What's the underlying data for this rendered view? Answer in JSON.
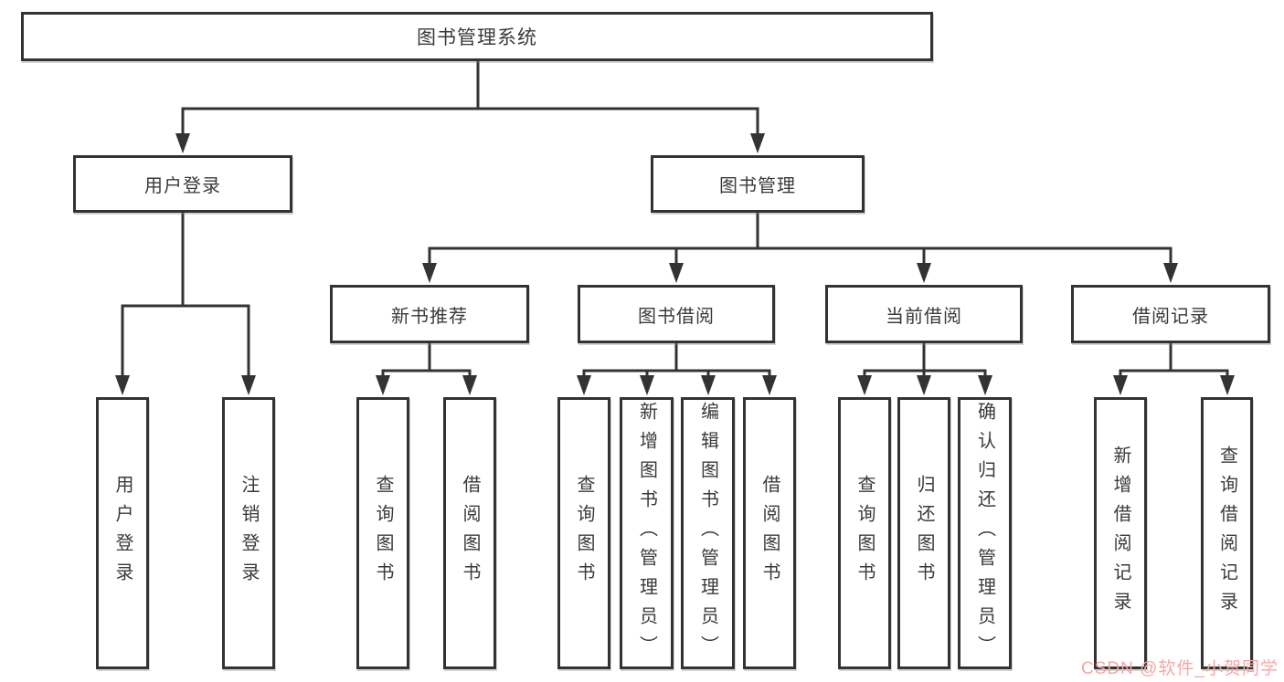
{
  "colors": {
    "line": "#333333",
    "box_border": "#333333",
    "box_fill": "#ffffff",
    "text": "#3a3a3a",
    "watermark": "#f5a6a6"
  },
  "tree": {
    "label": "图书管理系统",
    "children": [
      {
        "label": "用户登录",
        "children": [
          {
            "label": "用户登录"
          },
          {
            "label": "注销登录"
          }
        ]
      },
      {
        "label": "图书管理",
        "children": [
          {
            "label": "新书推荐",
            "children": [
              {
                "label": "查询图书"
              },
              {
                "label": "借阅图书"
              }
            ]
          },
          {
            "label": "图书借阅",
            "children": [
              {
                "label": "查询图书"
              },
              {
                "label": "新增图书（管理员）"
              },
              {
                "label": "编辑图书（管理员）"
              },
              {
                "label": "借阅图书"
              }
            ]
          },
          {
            "label": "当前借阅",
            "children": [
              {
                "label": "查询图书"
              },
              {
                "label": "归还图书"
              },
              {
                "label": "确认归还（管理员）"
              }
            ]
          },
          {
            "label": "借阅记录",
            "children": [
              {
                "label": "新增借阅记录"
              },
              {
                "label": "查询借阅记录"
              }
            ]
          }
        ]
      }
    ]
  },
  "watermark": {
    "text": "CSDN @软件_小贺同学"
  }
}
